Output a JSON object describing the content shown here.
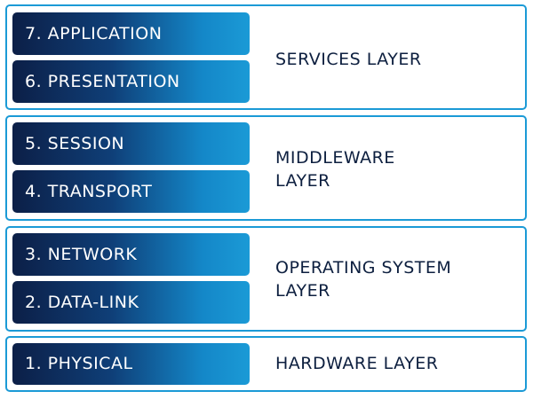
{
  "groups": [
    {
      "label": "SERVICES LAYER",
      "layers": [
        "7. APPLICATION",
        "6. PRESENTATION"
      ]
    },
    {
      "label": "MIDDLEWARE LAYER",
      "layers": [
        "5. SESSION",
        "4. TRANSPORT"
      ]
    },
    {
      "label": "OPERATING SYSTEM LAYER",
      "layers": [
        "3. NETWORK",
        "2. DATA-LINK"
      ]
    },
    {
      "label": "HARDWARE LAYER",
      "layers": [
        "1. PHYSICAL"
      ]
    }
  ],
  "colors": {
    "border": "#1b9ad6",
    "gradient_dark": "#0c1f47",
    "gradient_light": "#1b9ad6",
    "label_text": "#0d1f3f"
  }
}
